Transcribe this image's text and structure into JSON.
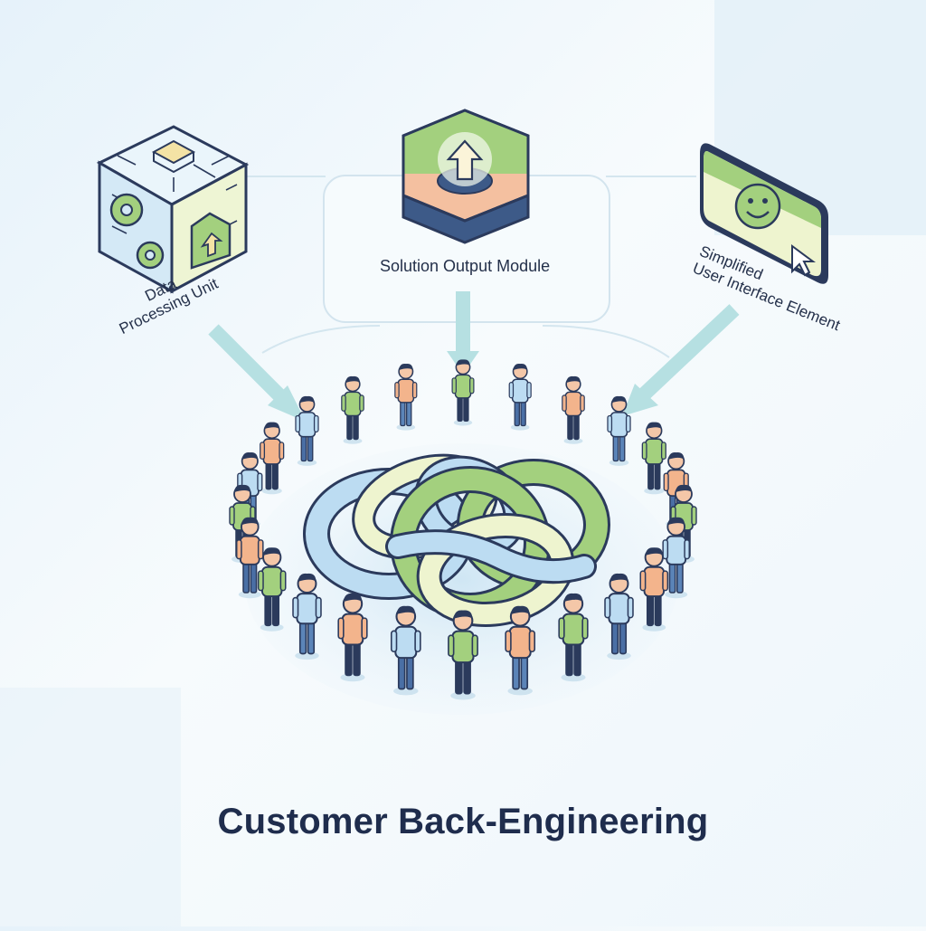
{
  "title": "Customer Back-Engineering",
  "components": {
    "data_processing_unit": {
      "line1": "Data",
      "line2": "Processing Unit"
    },
    "solution_output_module": {
      "label": "Solution Output Module"
    },
    "simplified_ui_element": {
      "line1": "Simplified",
      "line2": "User Interface Element"
    }
  },
  "colors": {
    "navy": "#2b3a5c",
    "green": "#a3d07e",
    "light_blue": "#bcdcf2",
    "peach": "#f3b48c",
    "cream": "#eef4cf",
    "arrow": "#b6e0e2"
  },
  "icons": [
    "gear-icon",
    "home-upload-icon",
    "upload-arrow-icon",
    "smiley-face-icon",
    "cursor-icon"
  ],
  "crowd": {
    "people_count": 24
  }
}
